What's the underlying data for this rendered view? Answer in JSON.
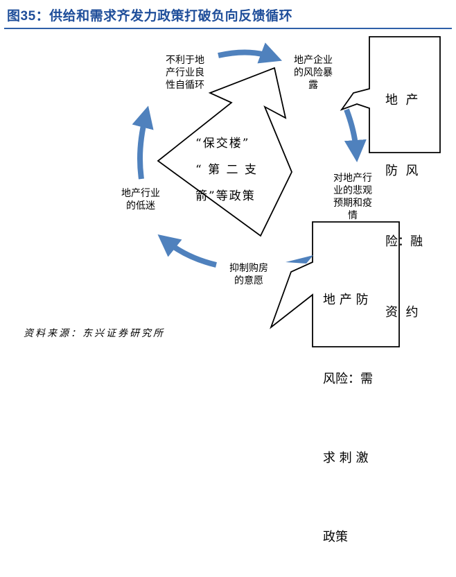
{
  "title": {
    "prefix": "图35：",
    "text": "供给和需求齐发力政策打破负向反馈循环"
  },
  "cycle_nodes": [
    {
      "lines": [
        "不利于地",
        "产行业良",
        "性自循环"
      ]
    },
    {
      "lines": [
        "地产企业",
        "的风险暴",
        "露"
      ]
    },
    {
      "lines": [
        "对地产行",
        "业的悲观",
        "预期和疫",
        "情"
      ]
    },
    {
      "lines": [
        "抑制购房",
        "的意愿"
      ]
    },
    {
      "lines": [
        "地产行业",
        "的低迷"
      ]
    }
  ],
  "center_policy": {
    "lines": [
      "“保交楼”",
      "“ 第 二 支",
      "箭”等政策"
    ]
  },
  "callout_supply": {
    "lines": [
      "地  产",
      "防  风",
      "险：融",
      "资  约"
    ]
  },
  "callout_demand": {
    "lines": [
      "地 产 防",
      "风险：需",
      "求 刺 激",
      "政策"
    ]
  },
  "source": "资料来源：东兴证券研究所",
  "colors": {
    "title": "#1f4e9a",
    "arrow": "#4f81bd"
  }
}
